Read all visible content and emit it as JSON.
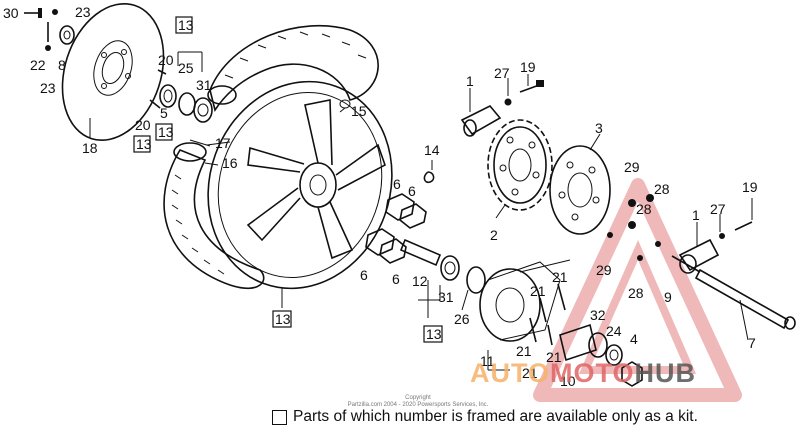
{
  "diagram": {
    "callouts": [
      {
        "id": "c30a",
        "text": "30"
      },
      {
        "id": "c23a",
        "text": "23"
      },
      {
        "id": "c22",
        "text": "22"
      },
      {
        "id": "c8",
        "text": "8"
      },
      {
        "id": "c23b",
        "text": "23"
      },
      {
        "id": "c18",
        "text": "18"
      },
      {
        "id": "c13a",
        "text": "13",
        "framed": true
      },
      {
        "id": "c25",
        "text": "25"
      },
      {
        "id": "c20a",
        "text": "20"
      },
      {
        "id": "c31a",
        "text": "31"
      },
      {
        "id": "c5",
        "text": "5"
      },
      {
        "id": "c20b",
        "text": "20"
      },
      {
        "id": "c13b",
        "text": "13",
        "framed": true
      },
      {
        "id": "c13c",
        "text": "13",
        "framed": true
      },
      {
        "id": "c17",
        "text": "17"
      },
      {
        "id": "c16",
        "text": "16"
      },
      {
        "id": "c15",
        "text": "15"
      },
      {
        "id": "c13d",
        "text": "13",
        "framed": true
      },
      {
        "id": "c14",
        "text": "14"
      },
      {
        "id": "c6a",
        "text": "6"
      },
      {
        "id": "c6b",
        "text": "6"
      },
      {
        "id": "c6c",
        "text": "6"
      },
      {
        "id": "c6d",
        "text": "6"
      },
      {
        "id": "c12",
        "text": "12"
      },
      {
        "id": "c31b",
        "text": "31"
      },
      {
        "id": "c13e",
        "text": "13",
        "framed": true
      },
      {
        "id": "c26",
        "text": "26"
      },
      {
        "id": "c1a",
        "text": "1"
      },
      {
        "id": "c27a",
        "text": "27"
      },
      {
        "id": "c19a",
        "text": "19"
      },
      {
        "id": "c2",
        "text": "2"
      },
      {
        "id": "c3",
        "text": "3"
      },
      {
        "id": "c29a",
        "text": "29"
      },
      {
        "id": "c28a",
        "text": "28"
      },
      {
        "id": "c28b",
        "text": "28"
      },
      {
        "id": "c29b",
        "text": "29"
      },
      {
        "id": "c28c",
        "text": "28"
      },
      {
        "id": "c9",
        "text": "9"
      },
      {
        "id": "c19b",
        "text": "19"
      },
      {
        "id": "c27b",
        "text": "27"
      },
      {
        "id": "c1b",
        "text": "1"
      },
      {
        "id": "c7",
        "text": "7"
      },
      {
        "id": "c21a",
        "text": "21"
      },
      {
        "id": "c21b",
        "text": "21"
      },
      {
        "id": "c21c",
        "text": "21"
      },
      {
        "id": "c21d",
        "text": "21"
      },
      {
        "id": "c21e",
        "text": "21"
      },
      {
        "id": "c11",
        "text": "11"
      },
      {
        "id": "c32",
        "text": "32"
      },
      {
        "id": "c24",
        "text": "24"
      },
      {
        "id": "c4",
        "text": "4"
      },
      {
        "id": "c10",
        "text": "10"
      }
    ]
  },
  "copyright": {
    "line1": "Copyright",
    "line2": "Partzilla.com 2004 - 2020 Powersports Services, Inc."
  },
  "footnote": {
    "text": "Parts of which number is framed are available only as a kit."
  },
  "watermark": {
    "part1": "AUTO",
    "part2": "MOTO",
    "part3": "HUB",
    "triangle_color": "#e06666",
    "color_auto": "#f6b26b",
    "color_moto": "#e06666",
    "color_hub": "#555555"
  }
}
